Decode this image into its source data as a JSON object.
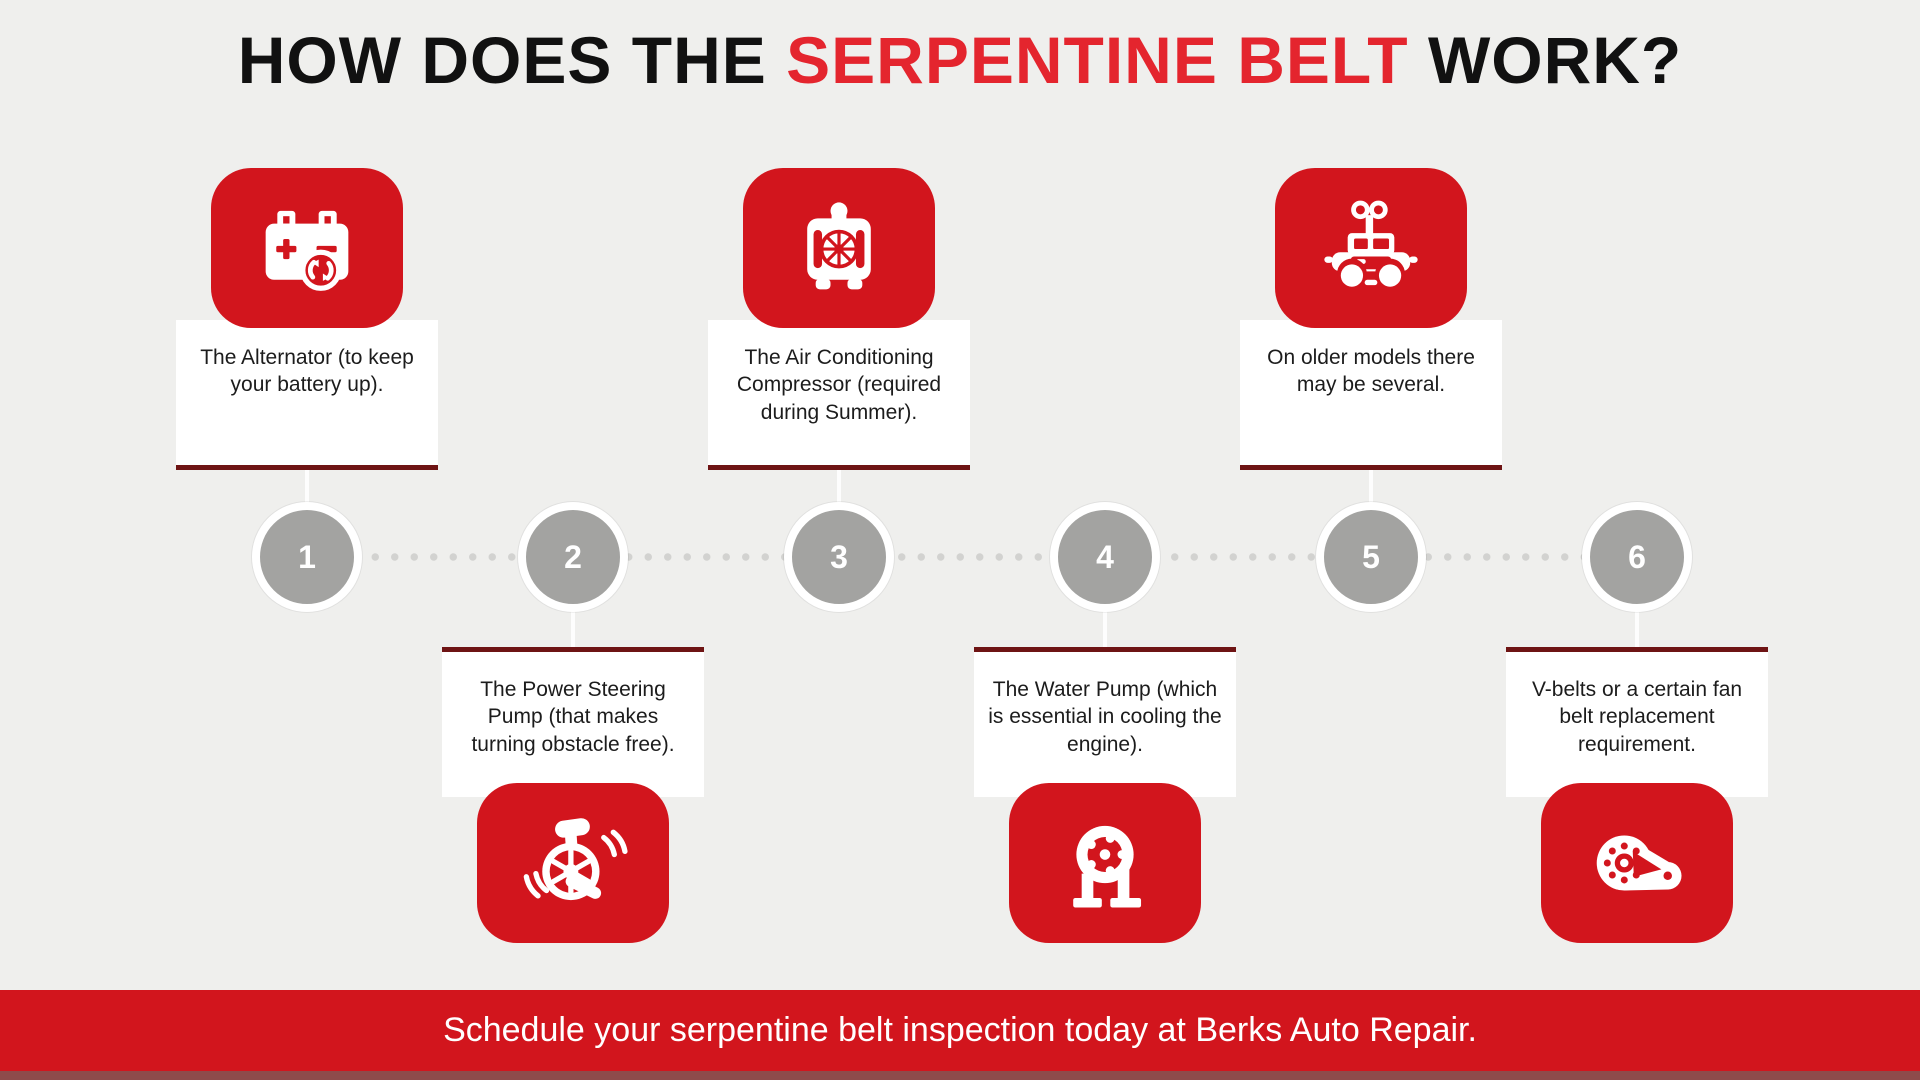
{
  "title": {
    "prefix": "HOW DOES THE ",
    "highlight": "SERPENTINE BELT",
    "suffix": " WORK?"
  },
  "steps": [
    {
      "number": "1",
      "text": "The Alternator (to keep your battery up).",
      "icon": "battery-alternator-icon",
      "position": "top"
    },
    {
      "number": "2",
      "text": "The Power Steering Pump (that makes turning obstacle free).",
      "icon": "power-steering-pump-icon",
      "position": "bottom"
    },
    {
      "number": "3",
      "text": "The Air Conditioning Compressor (required during Summer).",
      "icon": "ac-compressor-icon",
      "position": "top"
    },
    {
      "number": "4",
      "text": "The Water Pump (which is essential in cooling the engine).",
      "icon": "water-pump-icon",
      "position": "bottom"
    },
    {
      "number": "5",
      "text": "On older models there may be several.",
      "icon": "windup-car-icon",
      "position": "top"
    },
    {
      "number": "6",
      "text": "V-belts or a certain fan belt replacement requirement.",
      "icon": "belt-pulley-icon",
      "position": "bottom"
    }
  ],
  "footer": {
    "text": "Schedule your serpentine belt inspection today at Berks Auto Repair."
  },
  "colors": {
    "background": "#efefed",
    "red": "#d2151d",
    "title_red": "#e4252e",
    "maroon": "#6e1414",
    "circle_gray": "#a3a3a1",
    "dot_gray": "#d2d2d0",
    "text": "#1c1c1c",
    "footer_text": "#ffffff"
  }
}
